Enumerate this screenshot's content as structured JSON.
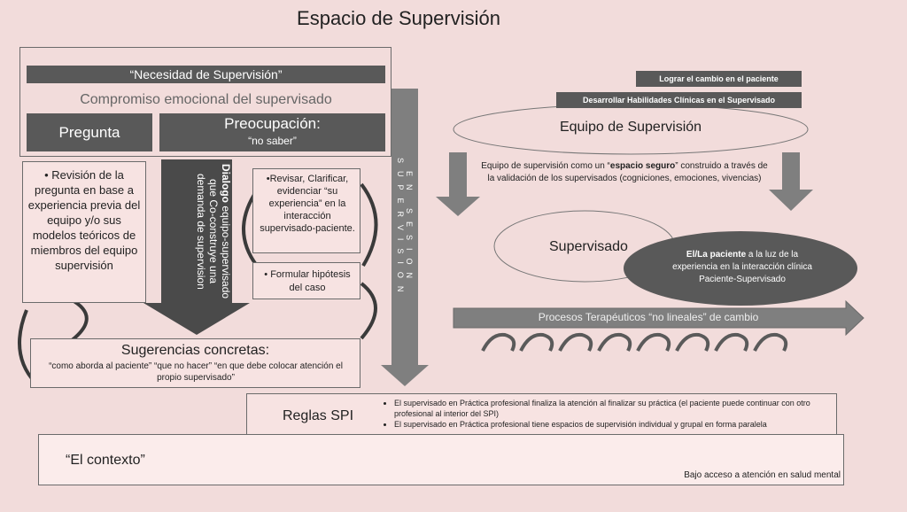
{
  "title": "Espacio de Supervisión",
  "left": {
    "necesidad": "“Necesidad de Supervisión”",
    "compromiso": "Compromiso emocional del supervisado",
    "pregunta": "Pregunta",
    "preocupacion": "Preocupación:",
    "no_saber": "“no saber”",
    "revision": "• Revisión de la pregunta en base a experiencia previa del equipo y/o sus modelos teóricos de miembros del equipo supervisión",
    "dialogo_bold": "Dialogo",
    "dialogo_rest": " equipo-supervisado que Co-construye una demanda de supervision",
    "revisar": "•Revisar, Clarificar, evidenciar “su experiencia” en la interacción supervisado-paciente.",
    "formular": "• Formular hipótesis del caso",
    "sugerencias_title": "Sugerencias concretas:",
    "sugerencias_text": "“como aborda al paciente” “que no hacer” “en que debe colocar atención el propio supervisado”"
  },
  "en_sesion": "EN SESION SUPERVISION",
  "right": {
    "lograr": "Lograr el cambio en el paciente",
    "desarrollar": "Desarrollar Habilidades Clínicas en el Supervisado",
    "equipo": "Equipo de Supervisión",
    "espacio_pre": "Equipo de supervisión como un “",
    "espacio_bold": "espacio seguro",
    "espacio_post": "” construido a través de la validación de los supervisados (cogniciones, emociones, vivencias)",
    "supervisado": "Supervisado",
    "paciente_bold": "El/La paciente",
    "paciente_rest": " a la luz de la experiencia en la interacción clínica Paciente-Supervisado",
    "procesos": "Procesos Terapéuticos “no lineales” de cambio"
  },
  "reglas": {
    "title": "Reglas SPI",
    "items": [
      "El supervisado en Práctica profesional finaliza la atención al finalizar su práctica (el paciente puede continuar con otro profesional al interior del SPI)",
      "El supervisado en Práctica profesional tiene espacios de supervisión individual y grupal en forma paralela"
    ]
  },
  "contexto": {
    "title": "“El contexto”",
    "note": "Bajo acceso a atención en salud mental"
  }
}
